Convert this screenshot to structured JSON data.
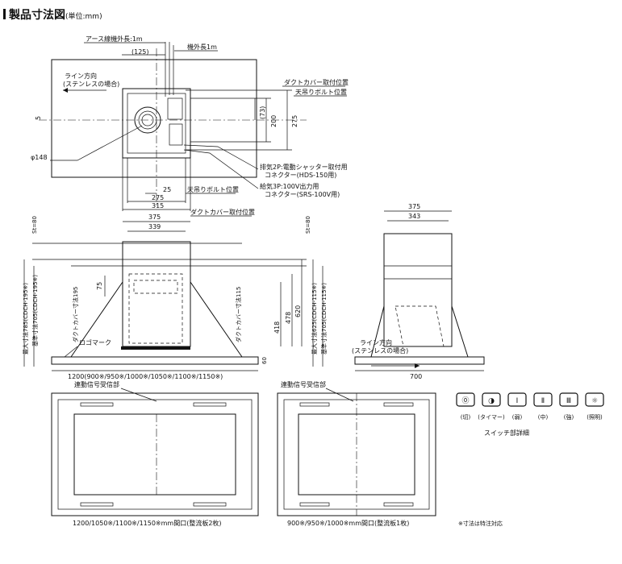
{
  "title": "製品寸法図",
  "title_unit": "(単位:mm)",
  "top_view": {
    "earth_wire": "アース線機外長:1m",
    "wire_length": "機外長1m",
    "dim_125": "(125)",
    "line_dir": "ライン方向",
    "stainless": "(ステンレスの場合)",
    "duct_cover_pos": "ダクトカバー取付位置",
    "ceiling_bolt_pos": "天吊りボルト位置",
    "dim_73": "(73)",
    "dim_200": "200",
    "dim_275": "275",
    "dim_5": "5",
    "phi148": "φ148",
    "connector1_l1": "排気2P:電動シャッター取付用",
    "connector1_l2": "コネクター(HDS-150用)",
    "connector2_l1": "給気3P:100V出力用",
    "connector2_l2": "コネクター(SRS-100V用)",
    "dim_25": "25",
    "dim_275b": "275",
    "dim_315": "315",
    "ceiling_bolt_pos2": "天吊りボルト位置",
    "duct_cover_pos2": "ダクトカバー取付位置"
  },
  "front_view": {
    "dim_375": "375",
    "dim_339": "339",
    "st80_left": "St=80",
    "st80_right": "St=80",
    "max_785": "最大寸法785(CDCH-195※)",
    "ref_705": "基準寸法705(CDCH-195※)",
    "duct_195": "ダクトカバー寸法195",
    "duct_115": "ダクトカバー寸法115",
    "dim_75": "75",
    "dim_418": "418",
    "dim_478": "478",
    "dim_620": "620",
    "max_625": "最大寸法625(CDCH-115※)",
    "ref_705b": "基準寸法705(CDCH-115※)",
    "logo_mark": "ロゴマーク",
    "dim_60": "60",
    "width": "1200(900※/950※/1000※/1050※/1100※/1150※)"
  },
  "side_view": {
    "dim_375": "375",
    "dim_343": "343",
    "line_dir": "ライン方向",
    "stainless": "(ステンレスの場合)",
    "dim_700": "700"
  },
  "bottom_views": {
    "receiver_left": "連動信号受信部",
    "receiver_right": "連動信号受信部",
    "caption_left": "1200/1050※/1100※/1150※mm間口(整流板2枚)",
    "caption_right": "900※/950※/1000※mm間口(整流板1枚)"
  },
  "switch_panel": {
    "buttons": [
      {
        "symbol": "⓪",
        "label": "(切)"
      },
      {
        "symbol": "◑",
        "label": "(タイマー)"
      },
      {
        "symbol": "Ⅰ",
        "label": "(弱)"
      },
      {
        "symbol": "Ⅱ",
        "label": "(中)"
      },
      {
        "symbol": "Ⅲ",
        "label": "(強)"
      },
      {
        "symbol": "☼",
        "label": "(照明)"
      }
    ],
    "caption": "スイッチ部詳細",
    "note": "※寸法は特注対応"
  }
}
